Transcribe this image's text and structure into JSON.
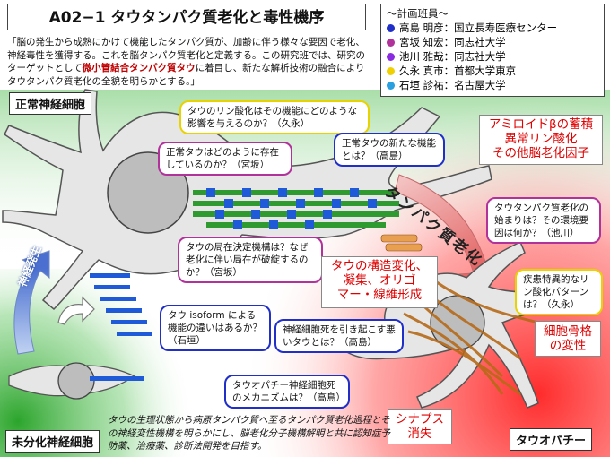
{
  "title": "A02−1 タウタンパク質老化と毒性機序",
  "intro": {
    "part1": "「脳の発生から成熟にかけて機能したタンパク質が、加齢に伴う様々な要因で老化、神経毒性を獲得する。これを脳タンパク質老化と定義する。この研究班では、研究のターゲットとして",
    "highlight": "微小管結合タンパク質タウ",
    "part2": "に着目し、新たな解析技術の融合によりタウタンパク質老化の全貌を明らかとする。」"
  },
  "members": {
    "header": "〜計画班員〜",
    "list": [
      {
        "text": "高島 明彦：国立長寿医療センター",
        "color": "#1f2fc8"
      },
      {
        "text": "宮坂 知宏：同志社大学",
        "color": "#b2329c"
      },
      {
        "text": "池川 雅哉：同志社大学",
        "color": "#8a2be2"
      },
      {
        "text": "久永 真市：首都大学東京",
        "color": "#f0d000"
      },
      {
        "text": "石垣 診祐：名古屋大学",
        "color": "#2aa0e0"
      }
    ]
  },
  "labels": {
    "normal_neuron": "正常神経細胞",
    "immature_neuron": "未分化神経細胞",
    "tauopathy": "タウオパチー",
    "development": "神経発生",
    "aging": "タンパク質老化"
  },
  "questions": {
    "q1": "タウのリン酸化はその機能にどのような影響を与えるのか？（久永）",
    "q2": "正常タウはどのように存在しているのか？（宮坂）",
    "q3": "正常タウの新たな機能とは？（高島）",
    "q4": "タウの局在決定機構は？なぜ老化に伴い局在が破綻するのか？（宮坂）",
    "q5": "タウ isoform による機能の違いはあるか？（石垣）",
    "q6": "タウタンパク質老化の始まりは？その環境要因は何か？（池川）",
    "q7": "疾患特異的なリン酸化パターンは？（久永）",
    "q8": "神経細胞死を引き起こす悪いタウとは？（高島）",
    "q9": "タウオパチー神経細胞死のメカニズムは？（高島）"
  },
  "red_labels": {
    "amyloid": "アミロイドβの蓄積\n異常リン酸化\nその他脳老化因子",
    "structure": "タウの構造変化、\n凝集、オリゴ\nマー・線維形成",
    "cytoskeleton": "細胞骨格\nの変性",
    "synapse": "シナプス\n消失"
  },
  "bottom_text": "タウの生理状態から病原タンパク質へ至るタンパク質老化過程とその神経変性機構を明らかにし、脳老化分子機構解明と共に認知症予防薬、治療薬、診断法開発を目指す。",
  "colors": {
    "neuron_fill": "#e6e6e6",
    "tau_blue": "#1f5bd8",
    "microtubule": "#2f9a2f",
    "gradient_red": "#ff3b3b",
    "gradient_green": "#2fae2f"
  }
}
